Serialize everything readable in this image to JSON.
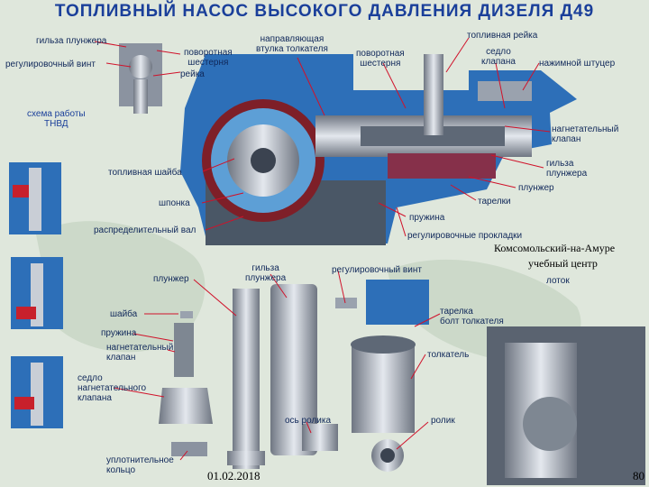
{
  "title": "ТОПЛИВНЫЙ НАСОС ВЫСОКОГО ДАВЛЕНИЯ ДИЗЕЛЯ Д49",
  "labels": {
    "gilza_top_left": "гильза плунжера",
    "reg_vint_left": "регулировочный винт",
    "povorot_1": "поворотная\nшестерня",
    "reyka_1": "рейка",
    "napr_vtulka": "направляющая\nвтулка толкателя",
    "povorot_2": "поворотная\nшестерня",
    "toplivnaya_reyka": "топливная рейка",
    "sedlo_klapana": "седло\nклапана",
    "nazhimnoy": "нажимной штуцер",
    "schema": "схема работы\nТНВД",
    "nagnet_klapan_r": "нагнетательный\nклапан",
    "gilza_plunzhera_r": "гильза\nплунжера",
    "toplivnaya_shayba": "топливная шайба",
    "plunzher_r": "плунжер",
    "tarelki": "тарелки",
    "shponka": "шпонка",
    "pruzhina_c": "пружина",
    "raspred_val": "распределительный вал",
    "reg_prokladki": "регулировочные прокладки",
    "gilza_plunzhera_c": "гильза\nплунжера",
    "reg_vint_c": "регулировочный винт",
    "plunzher_c": "плунжер",
    "lotok": "лоток",
    "shayba": "шайба",
    "tarelka_bolt": "тарелка\nболт толкателя",
    "pruzhina_l": "пружина",
    "nagnet_klapan_l": "нагнетательный\nклапан",
    "tolkatel": "толкатель",
    "sedlo_nagnet": "седло\nнагнетательного\nклапана",
    "os_rolika": "ось ролика",
    "rolik": "ролик",
    "uplotnit": "уплотнительное\nкольцо"
  },
  "watermark": {
    "line1": "Комсомольский-на-Амуре",
    "line2": "учебный центр"
  },
  "date": "01.02.2018",
  "page_number": "80",
  "colors": {
    "title": "#1a3f9a",
    "label": "#10285a",
    "leader": "#d0122a",
    "pump_body": "#2d6fb8",
    "metal": "#b8bec8"
  }
}
